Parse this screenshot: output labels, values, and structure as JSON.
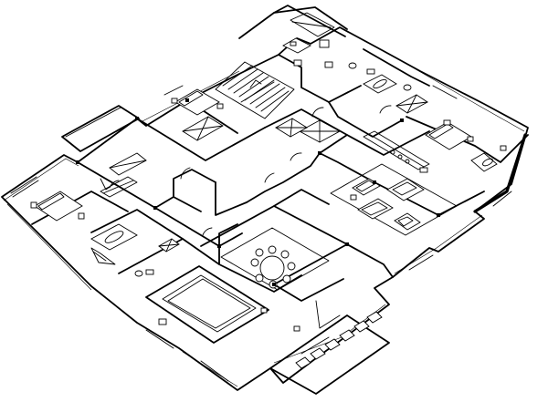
{
  "drawing": {
    "kind": "axonometric floor plan",
    "line_color": "#000000",
    "background": "#ffffff",
    "text_labels": []
  },
  "rooms": [
    {
      "id": "bedroom-left",
      "furniture": [
        "bed",
        "nightstand-icon",
        "nightstand-icon"
      ]
    },
    {
      "id": "bathroom-left",
      "furniture": [
        "bathtub",
        "toilet",
        "sink"
      ]
    },
    {
      "id": "bedroom-upper-left",
      "furniture": [
        "bed",
        "wardrobe"
      ]
    },
    {
      "id": "stair-hall",
      "furniture": [
        "staircase"
      ]
    },
    {
      "id": "elevator",
      "furniture": [
        "elevator-shaft"
      ]
    },
    {
      "id": "bathroom-top",
      "furniture": [
        "bathtub",
        "toilet",
        "sink"
      ]
    },
    {
      "id": "bedroom-right",
      "furniture": [
        "bed",
        "armchair"
      ]
    },
    {
      "id": "living-room",
      "furniture": [
        "sofa",
        "coffee-table",
        "armchair"
      ]
    },
    {
      "id": "dining-room",
      "furniture": [
        "round-table",
        "chairs"
      ]
    },
    {
      "id": "kitchen",
      "furniture": [
        "counter",
        "stove-burners"
      ]
    },
    {
      "id": "pool-terrace",
      "furniture": [
        "pool"
      ]
    },
    {
      "id": "balcony-left",
      "furniture": [
        "railing"
      ]
    }
  ]
}
